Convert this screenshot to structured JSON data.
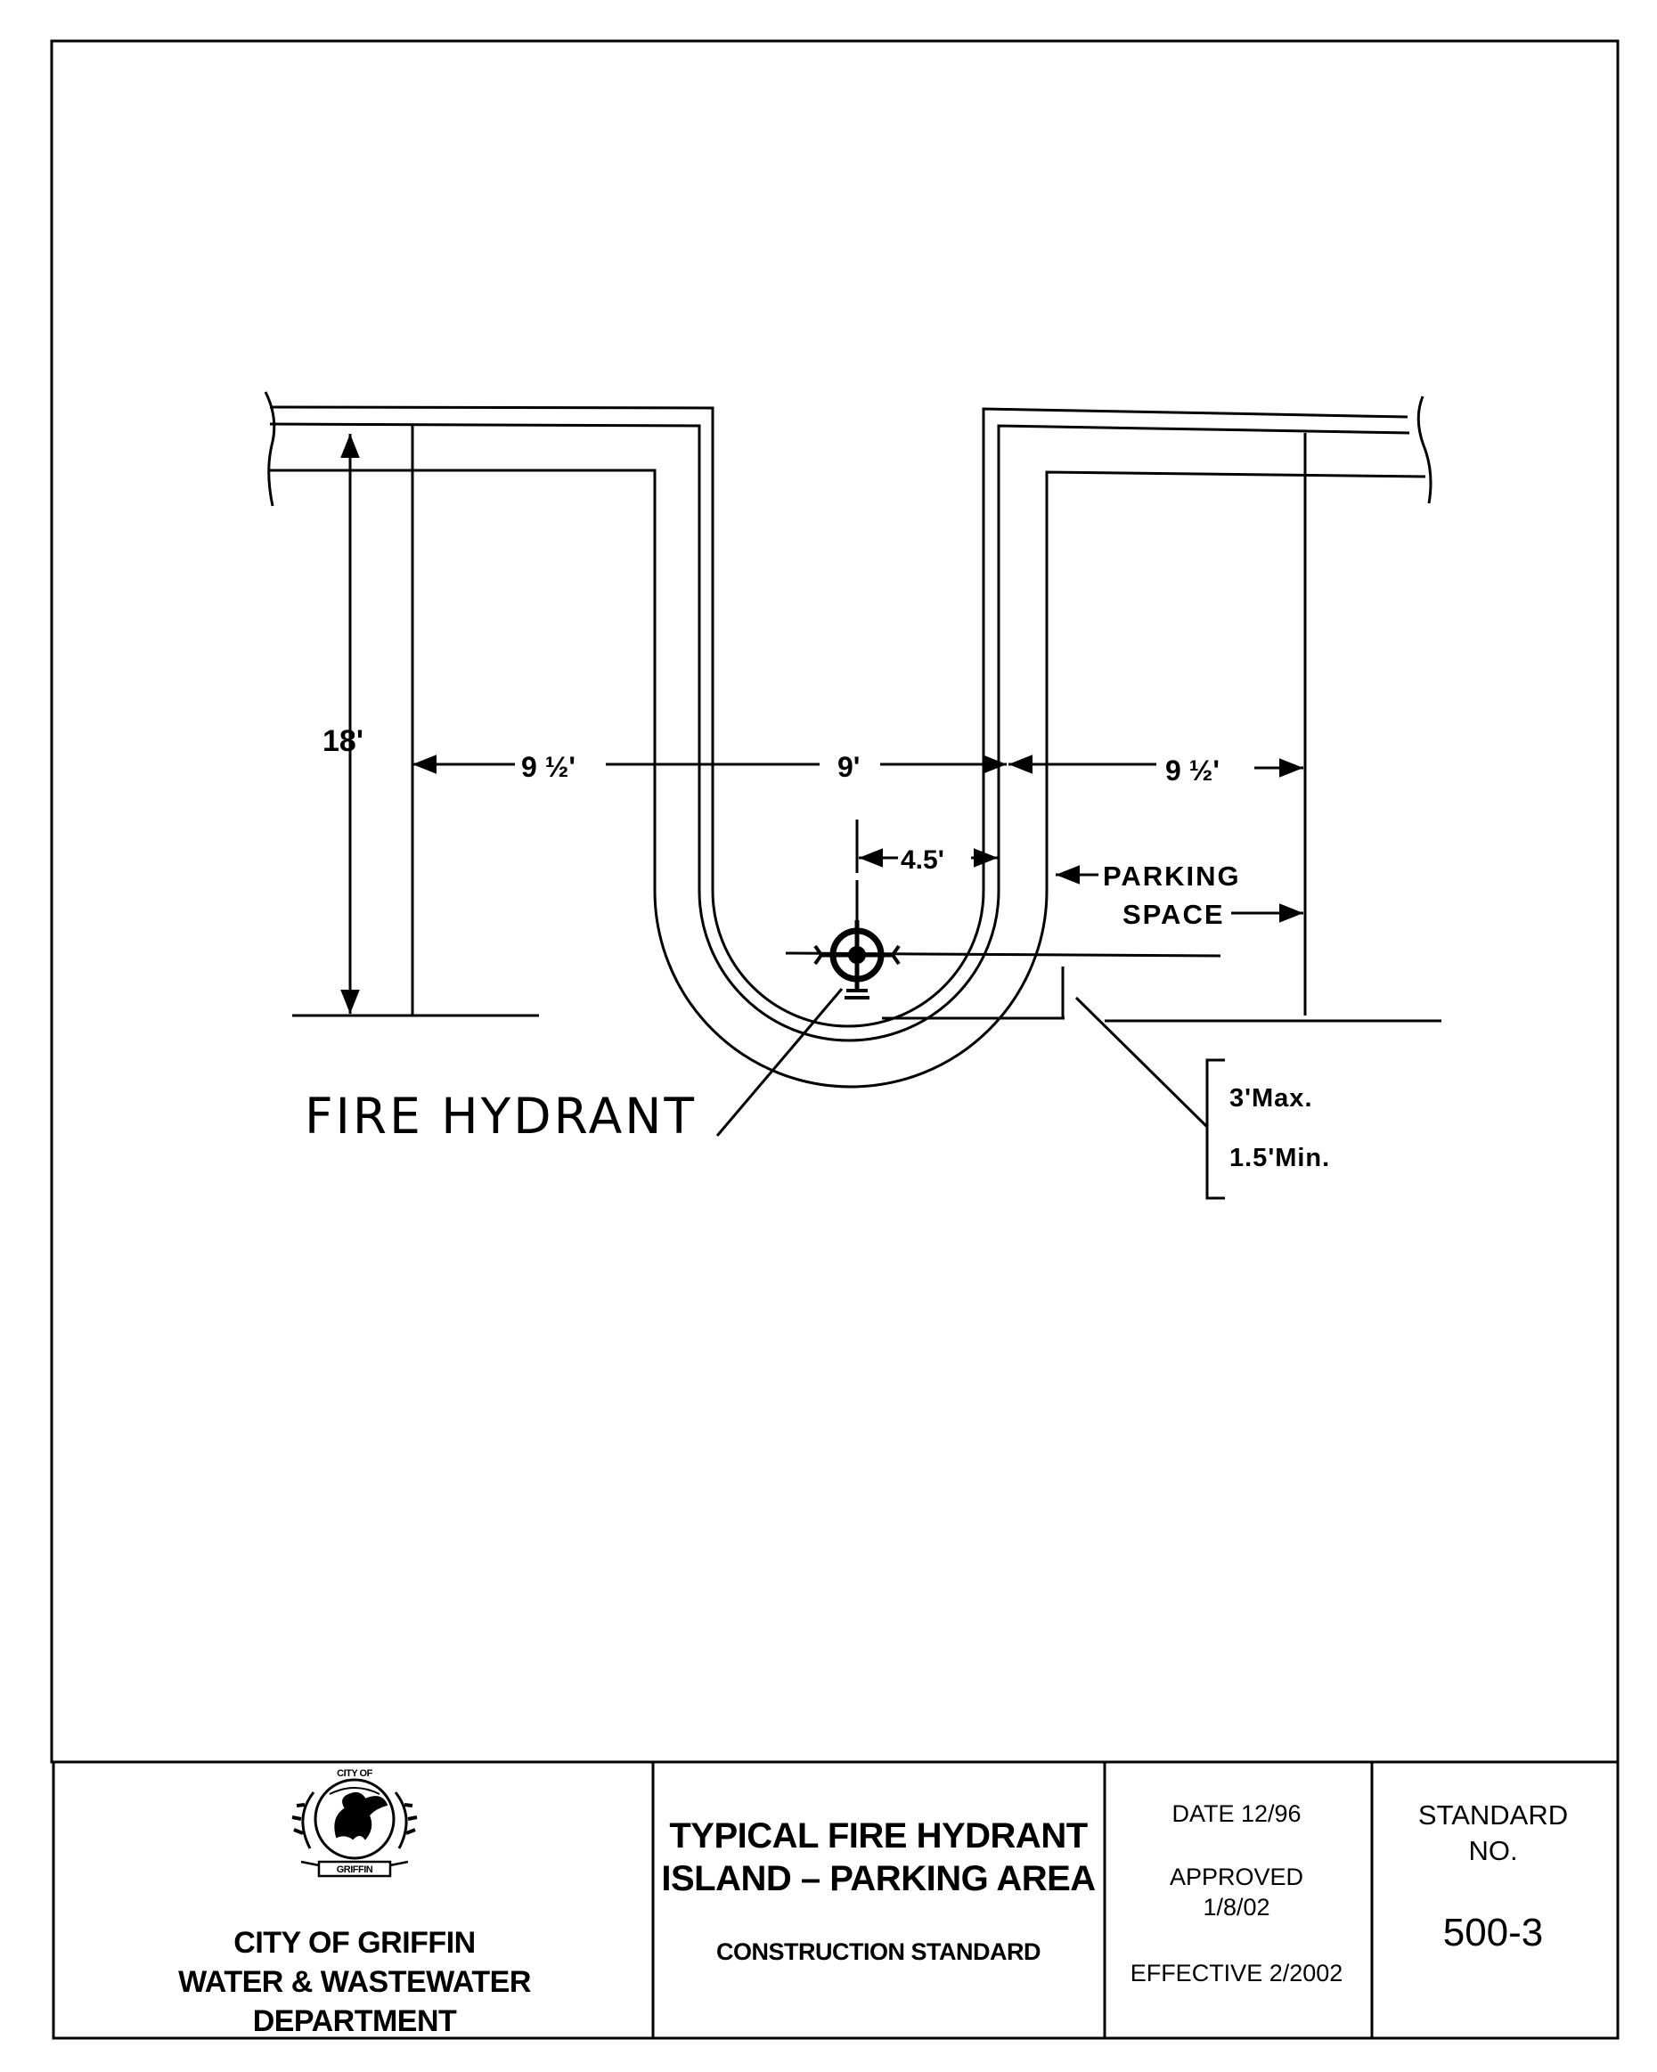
{
  "drawing": {
    "dim_height": "18'",
    "dim_left_width": "9 ½'",
    "dim_island_width": "9'",
    "dim_offset": "4.5'",
    "dim_right_width": "9 ½'",
    "parking_line1": "PARKING",
    "parking_line2": "SPACE",
    "hydrant_label": "FIRE HYDRANT",
    "setback_max": "3'Max.",
    "setback_min": "1.5'Min."
  },
  "title_block": {
    "seal_top": "CITY OF",
    "seal_bottom": "GRIFFIN",
    "org_line1": "CITY OF GRIFFIN",
    "org_line2": "WATER & WASTEWATER",
    "org_line3": "DEPARTMENT",
    "title_line1": "TYPICAL FIRE HYDRANT",
    "title_line2": "ISLAND – PARKING AREA",
    "subtitle": "CONSTRUCTION STANDARD",
    "date": "DATE 12/96",
    "approved_label": "APPROVED",
    "approved_date": "1/8/02",
    "effective": "EFFECTIVE 2/2002",
    "standard_line1": "STANDARD",
    "standard_line2": "NO.",
    "standard_number": "500-3"
  }
}
